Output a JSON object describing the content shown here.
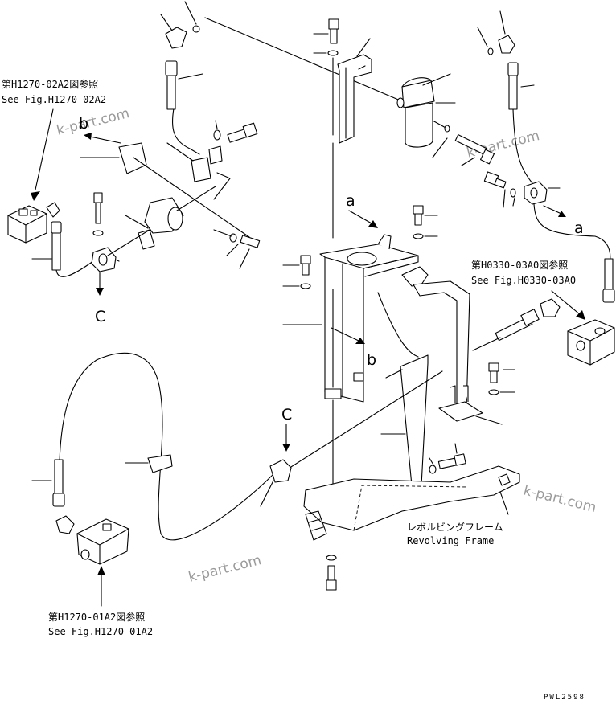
{
  "refs": {
    "h1270_02a2_jp": "第H1270-02A2図参照",
    "h1270_02a2_en": "See Fig.H1270-02A2",
    "h0330_03a0_jp": "第H0330-03A0図参照",
    "h0330_03a0_en": "See Fig.H0330-03A0",
    "h1270_01a2_jp": "第H1270-01A2図参照",
    "h1270_01a2_en": "See Fig.H1270-01A2"
  },
  "frame_label": {
    "jp": "レボルビングフレーム",
    "en": "Revolving Frame"
  },
  "markers": {
    "a_top": "a",
    "a_right": "a",
    "b_left": "b",
    "b_center": "b",
    "c_left": "C",
    "c_center": "C"
  },
  "watermarks": [
    "k-part.com",
    "k-part.com",
    "k-part.com",
    "k-part.com"
  ],
  "drawing_code": "PWL2598"
}
